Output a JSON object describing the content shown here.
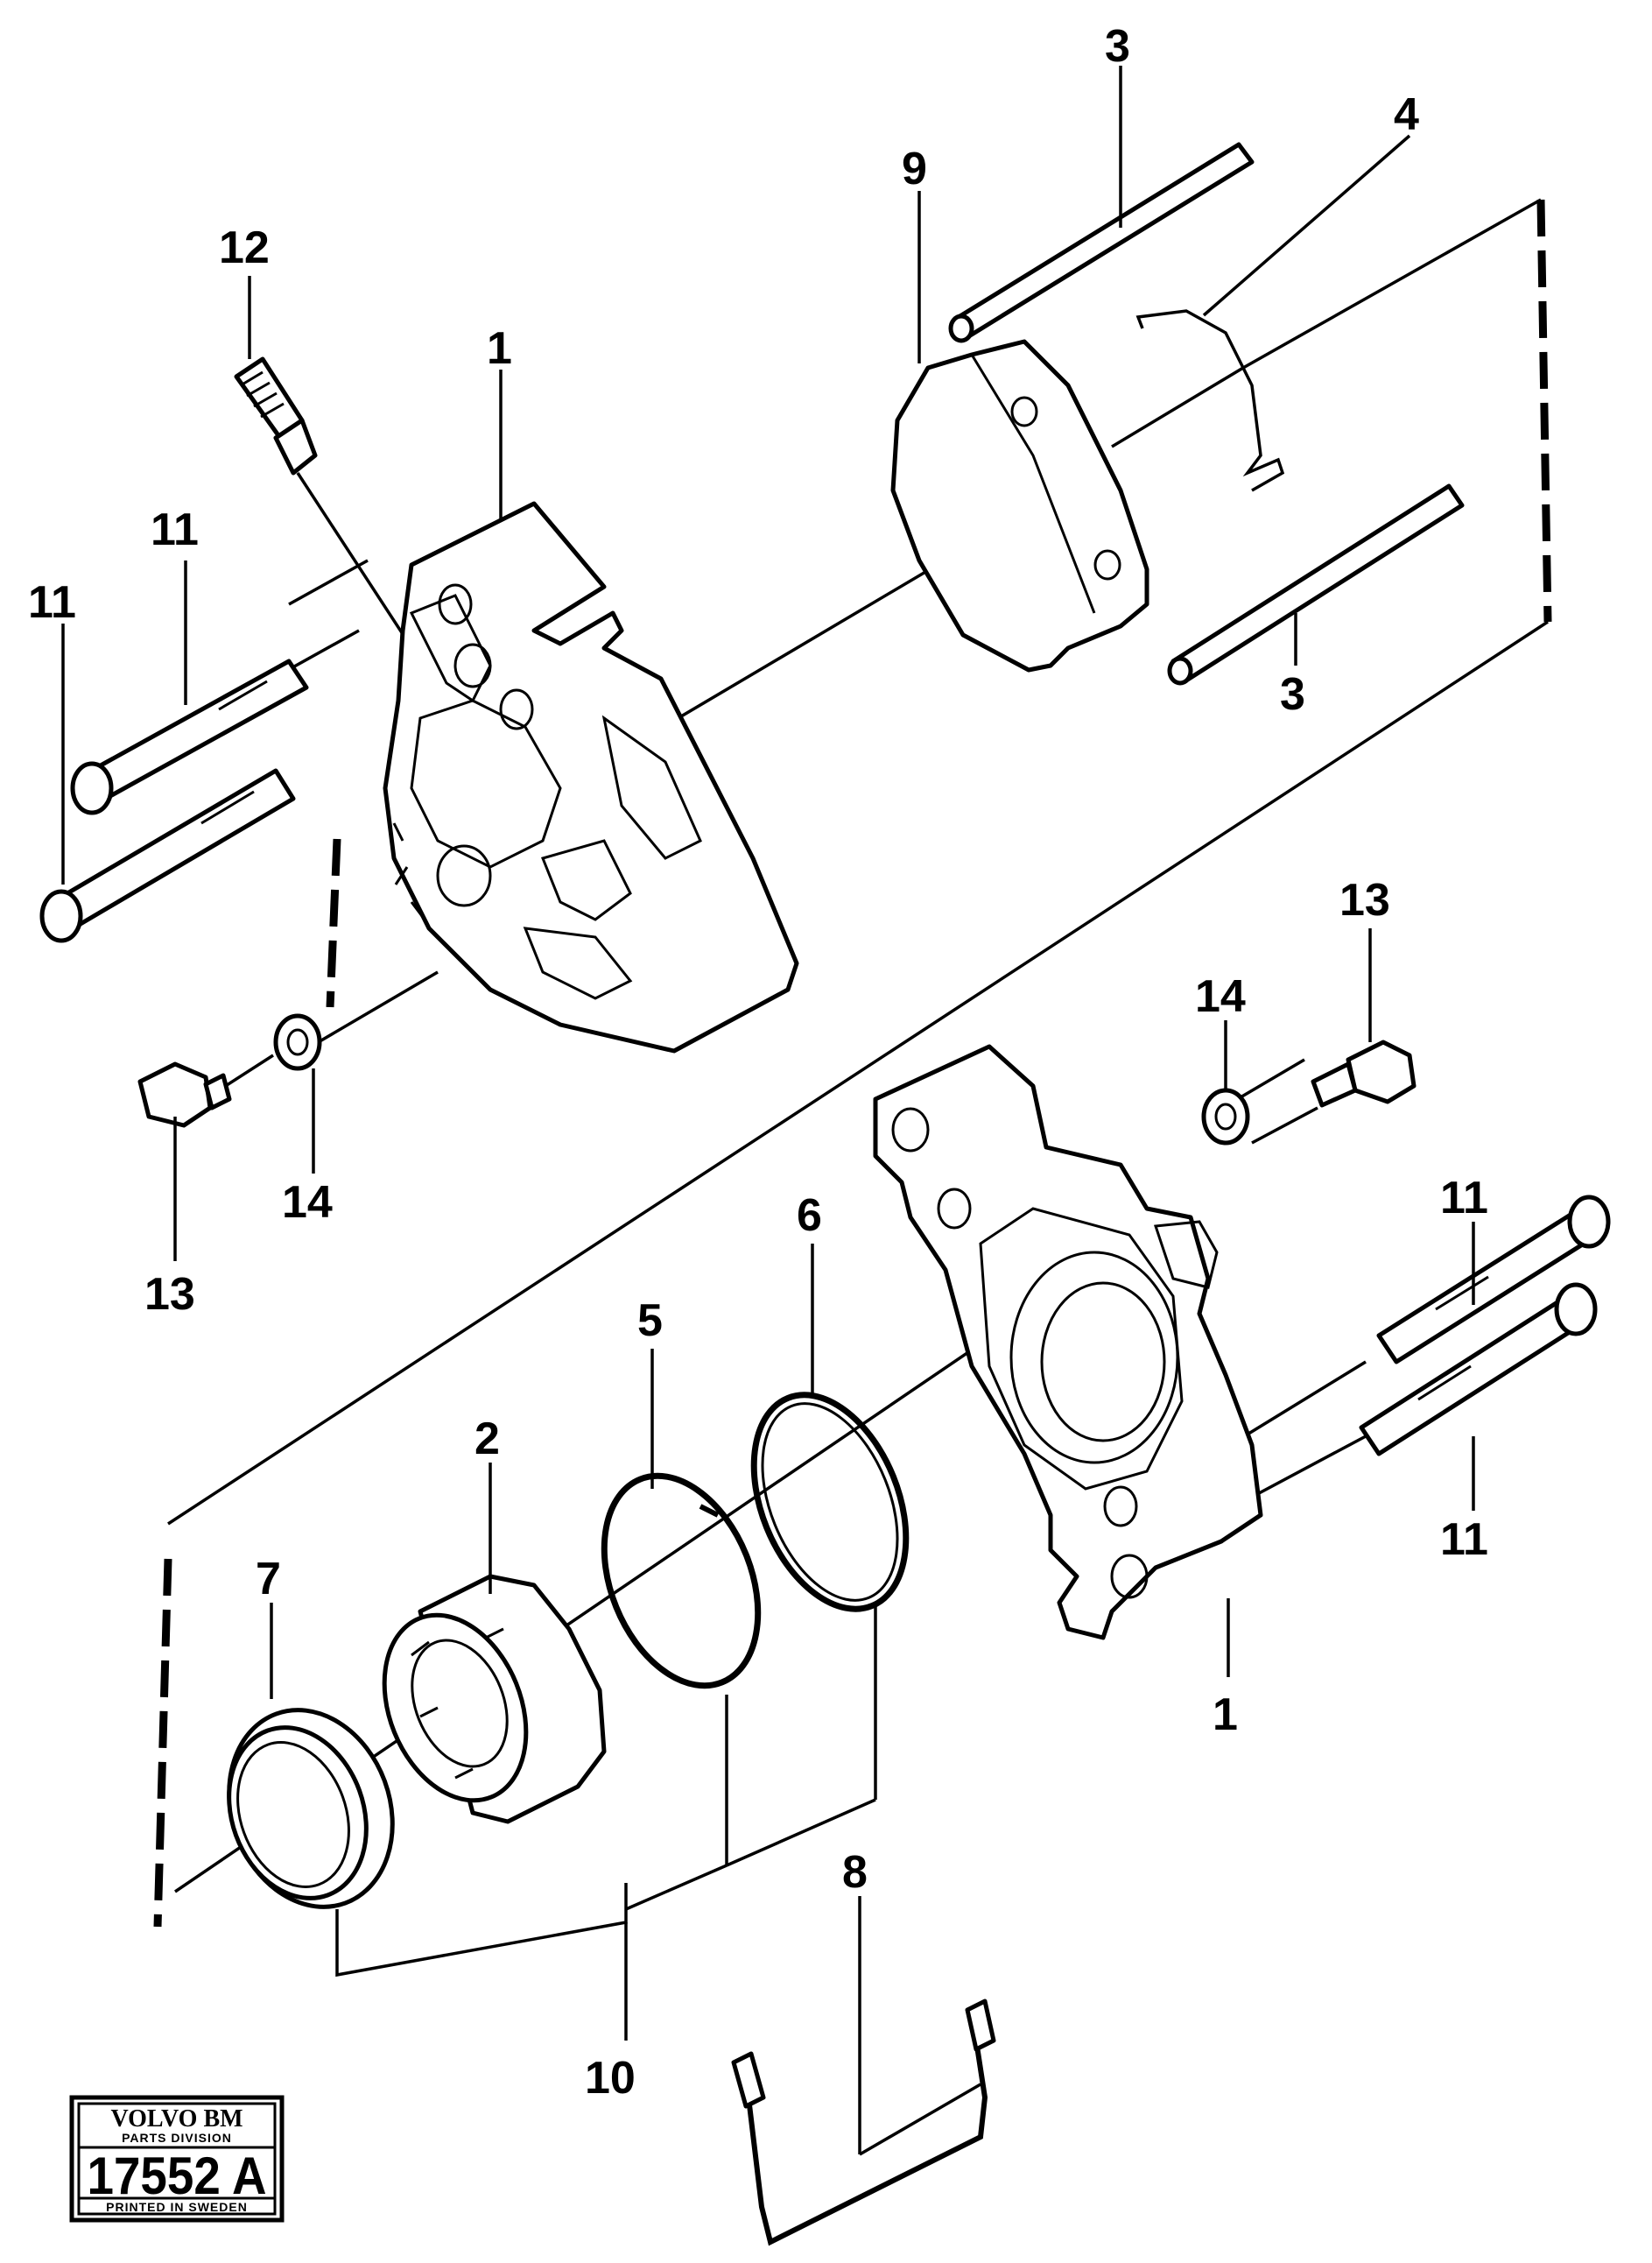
{
  "callouts": {
    "c1_top": "1",
    "c1_bottom": "1",
    "c2": "2",
    "c3_top": "3",
    "c3_bottom": "3",
    "c4": "4",
    "c5": "5",
    "c6": "6",
    "c7": "7",
    "c8": "8",
    "c9": "9",
    "c10": "10",
    "c11_a": "11",
    "c11_b": "11",
    "c11_c": "11",
    "c11_d": "11",
    "c12": "12",
    "c13_a": "13",
    "c13_b": "13",
    "c14_a": "14",
    "c14_b": "14"
  },
  "stamp": {
    "brand": "VOLVO BM",
    "division": "PARTS DIVISION",
    "number": "17552 A",
    "printed": "PRINTED IN SWEDEN"
  }
}
